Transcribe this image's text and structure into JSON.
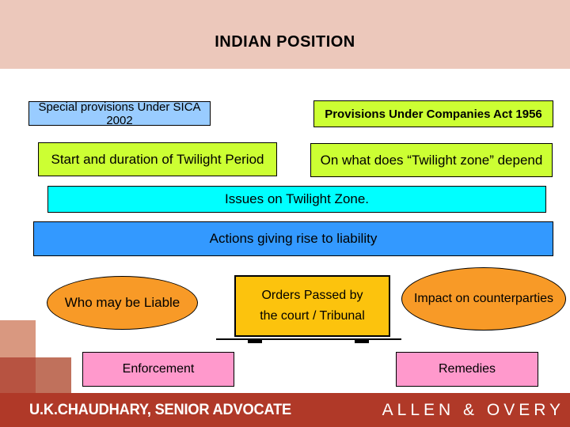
{
  "title": "INDIAN POSITION",
  "boxes": {
    "sica": "Special provisions Under SICA 2002",
    "companies_act": "Provisions Under Companies Act 1956",
    "twilight_start": "Start and duration of Twilight Period",
    "twilight_depend": "On what does “Twilight zone” depend",
    "issues": "Issues on Twilight Zone.",
    "actions": "Actions giving rise to liability",
    "who_liable": "Who may be Liable",
    "orders_line1": "Orders Passed by",
    "orders_line2": "the court / Tribunal",
    "impact": "Impact on counterparties",
    "enforcement": "Enforcement",
    "remedies": "Remedies"
  },
  "footer": {
    "left": "U.K.CHAUDHARY, SENIOR ADVOCATE",
    "brand": "ALLEN & OVERY"
  },
  "colors": {
    "header_band": "#ecc8bb",
    "light_blue_box": "#99ccff",
    "chartreuse_box": "#ccff33",
    "cyan_box": "#00ffff",
    "blue_box": "#3399ff",
    "orange_ellipse": "#f89a27",
    "gold_box": "#fcc30d",
    "pink_box": "#ff99cc",
    "footer_band": "#b03928",
    "decor_light": "#d99880",
    "decor_dark": "#b75341",
    "decor_mid": "#c0715c"
  }
}
